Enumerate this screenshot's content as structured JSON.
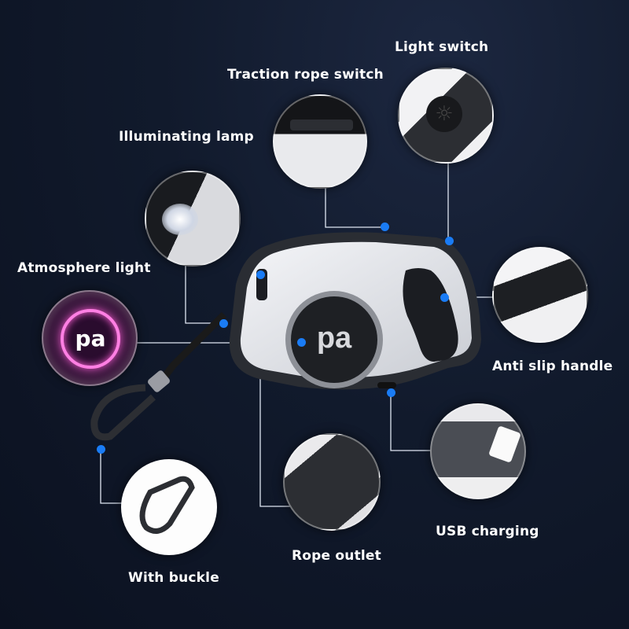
{
  "infographic": {
    "accent_color": "#1a7cf5",
    "background_color": "#0f1626",
    "product": {
      "logo_text": "pa",
      "logo_glow_color": "#ff5fd8"
    },
    "features": [
      {
        "id": "light-switch",
        "label": "Light switch",
        "icon": "sun-button-icon"
      },
      {
        "id": "traction-rope-switch",
        "label": "Traction rope switch",
        "icon": "lock-slider-icon"
      },
      {
        "id": "illuminating-lamp",
        "label": "Illuminating lamp",
        "icon": "flashlight-icon"
      },
      {
        "id": "atmosphere-light",
        "label": "Atmosphere light",
        "icon": "glow-ring-icon"
      },
      {
        "id": "anti-slip-handle",
        "label": "Anti slip handle",
        "icon": "handle-grip-icon"
      },
      {
        "id": "usb-charging",
        "label": "USB charging",
        "icon": "usb-c-icon"
      },
      {
        "id": "rope-outlet",
        "label": "Rope outlet",
        "icon": "rope-outlet-icon"
      },
      {
        "id": "with-buckle",
        "label": "With buckle",
        "icon": "carabiner-icon"
      }
    ]
  }
}
